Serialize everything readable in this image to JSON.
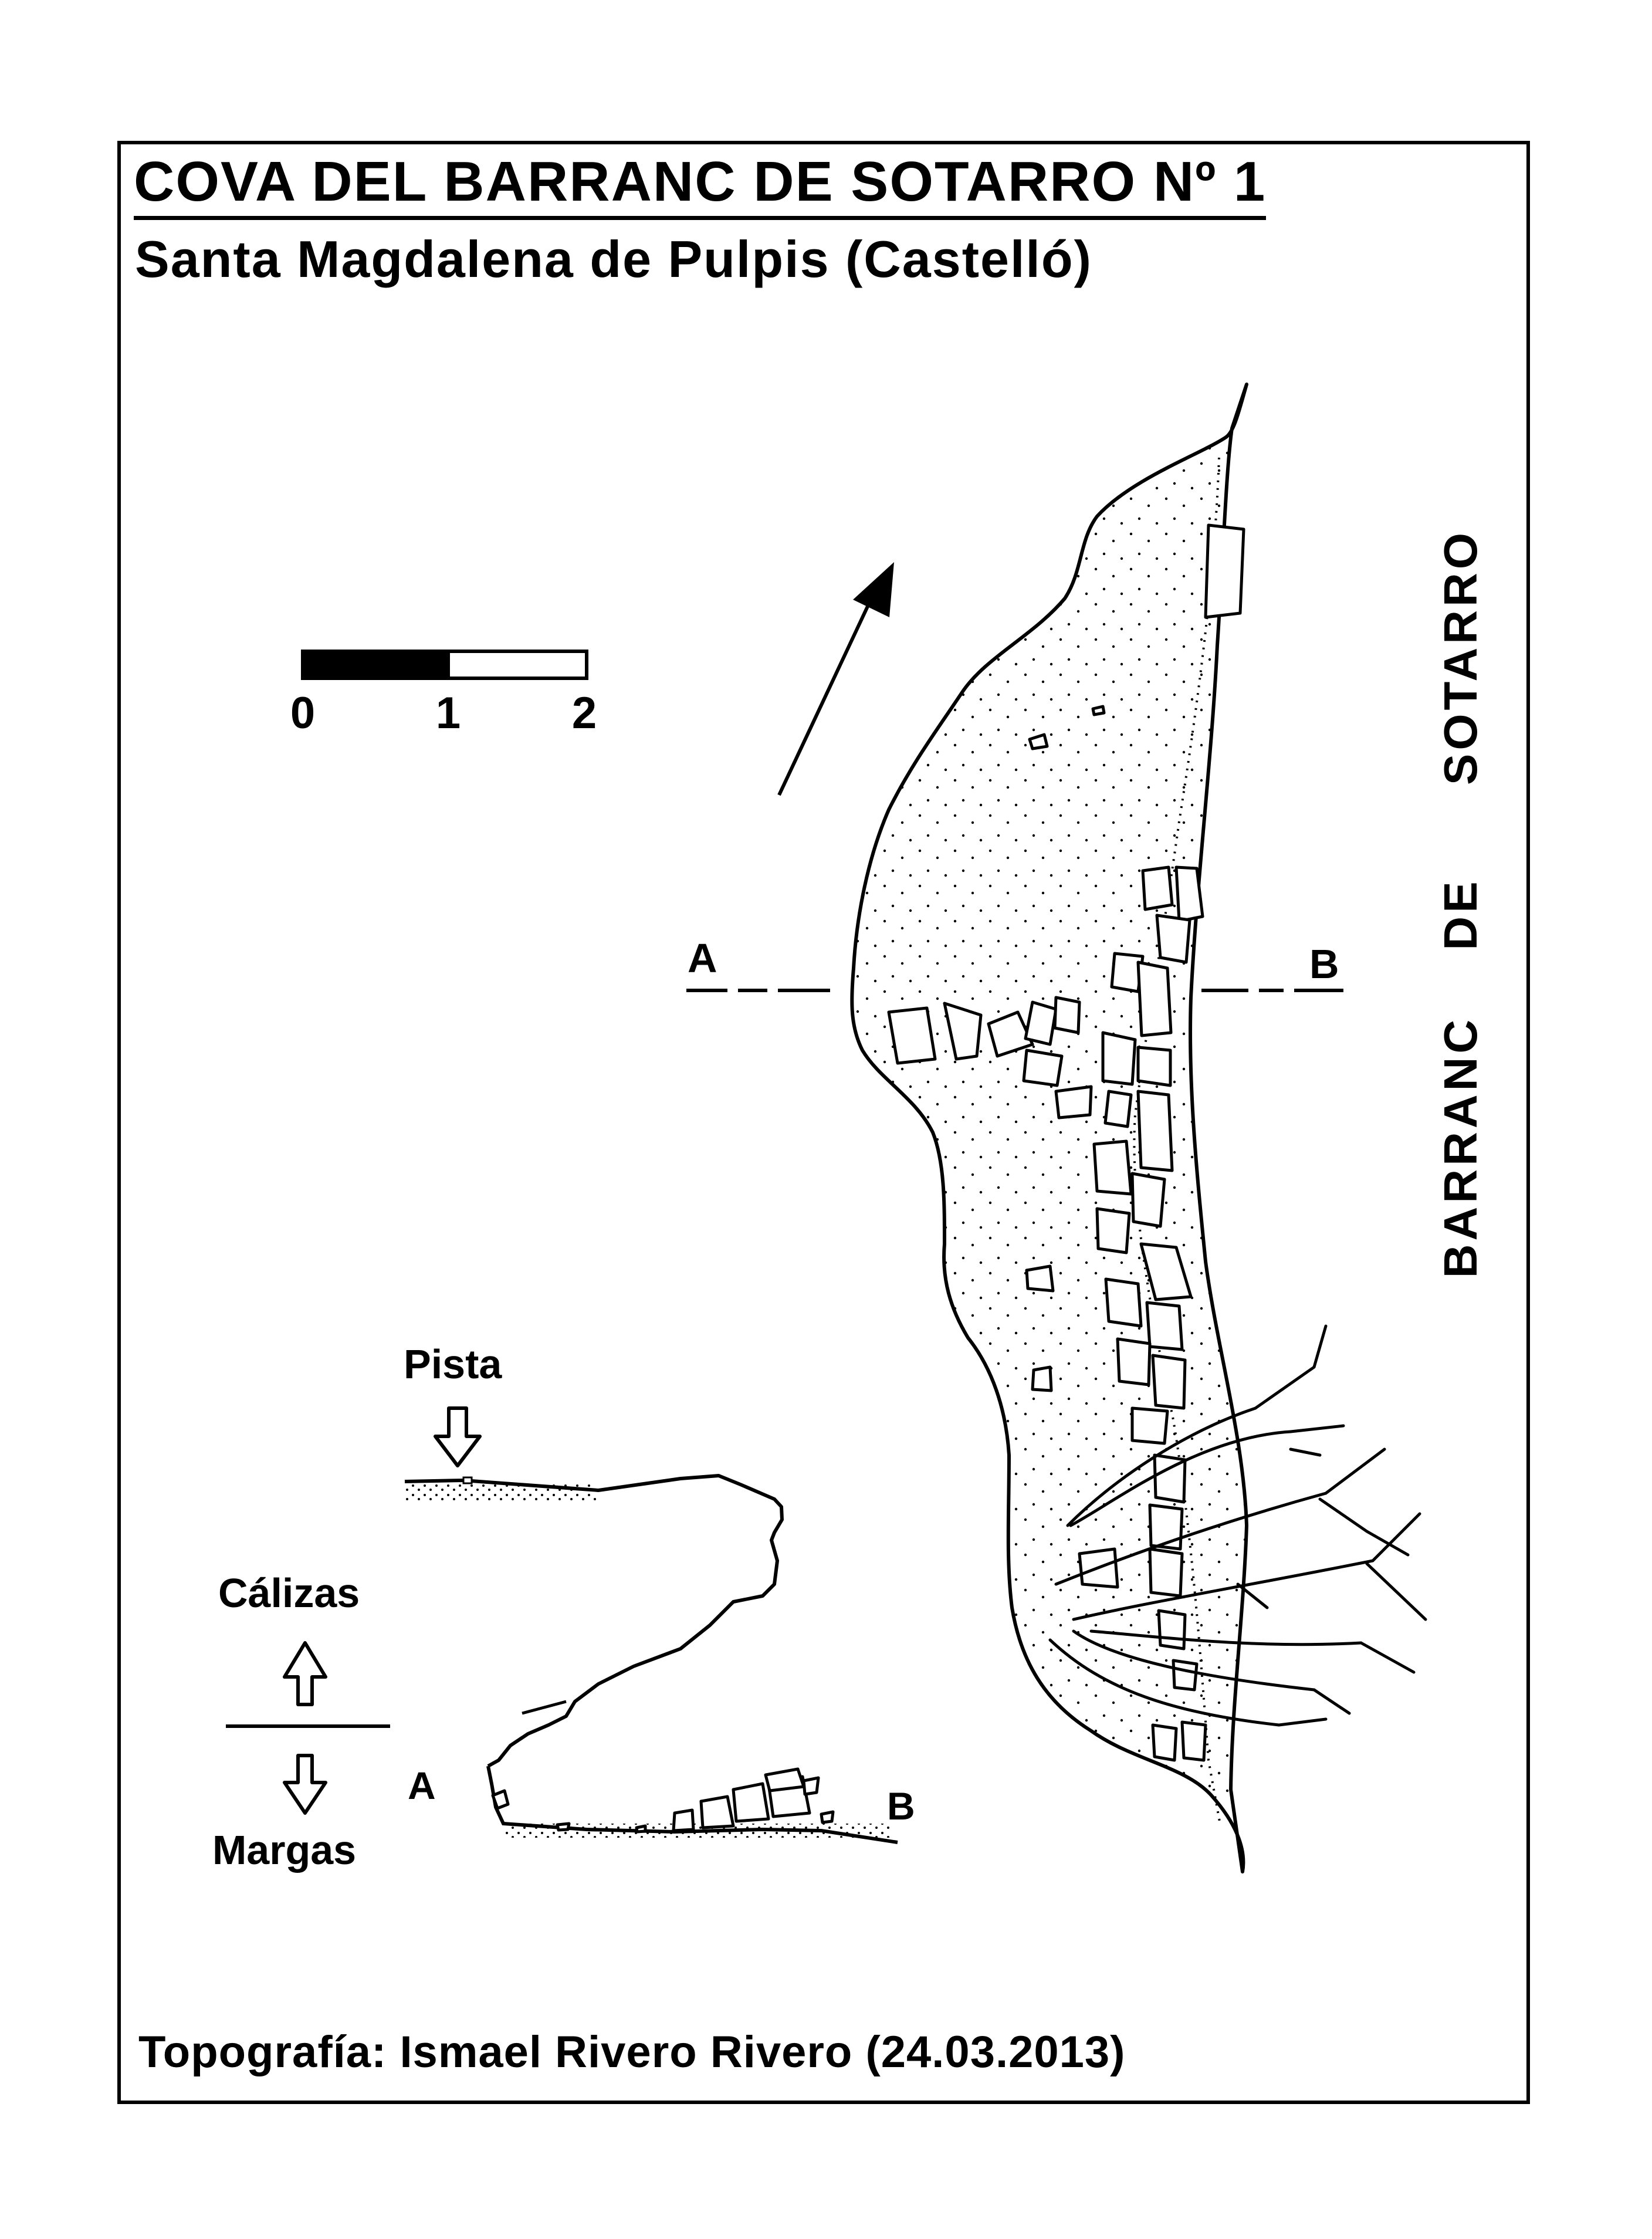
{
  "header": {
    "title": "COVA DEL BARRANC DE SOTARRO Nº 1",
    "subtitle": "Santa Magdalena de Pulpis (Castelló)"
  },
  "scale_bar": {
    "ticks": [
      "0",
      "1",
      "2"
    ]
  },
  "plan": {
    "section_labels": {
      "a": "A",
      "b": "B"
    },
    "ravine_label_words": [
      "BARRANC",
      "DE",
      "SOTARRO"
    ]
  },
  "section_view": {
    "track_label": "Pista",
    "upper_unit": "Cálizas",
    "lower_unit": "Margas",
    "end_a": "A",
    "end_b": "B"
  },
  "footer": {
    "credit": "Topografía: Ismael Rivero Rivero (24.03.2013)"
  },
  "colors": {
    "ink": "#000000",
    "paper": "#ffffff"
  }
}
